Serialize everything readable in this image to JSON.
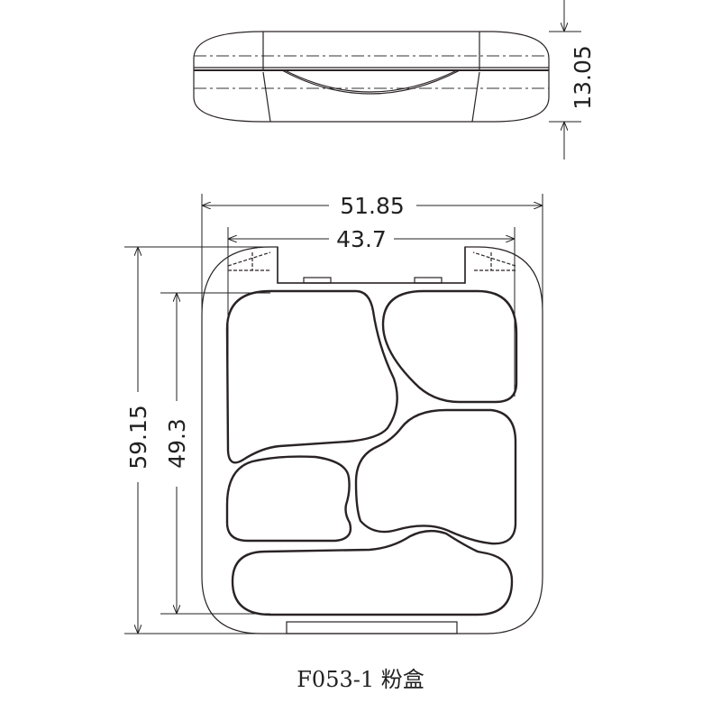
{
  "dimensions": {
    "thickness": "13.05",
    "outer_width": "51.85",
    "inner_width": "43.7",
    "outer_height": "59.15",
    "inner_height": "49.3"
  },
  "caption": "F053-1 粉盒",
  "colors": {
    "line": "#2a2326"
  }
}
